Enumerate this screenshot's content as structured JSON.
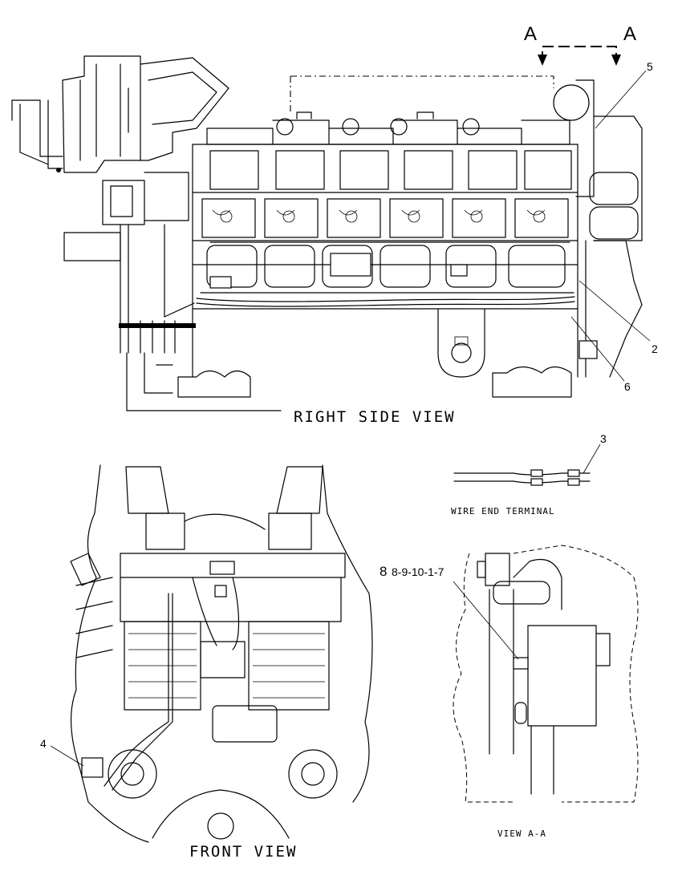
{
  "views": {
    "right_side": "RIGHT SIDE VIEW",
    "front": "FRONT VIEW",
    "section_aa": "VIEW A-A",
    "wire_end": "WIRE END TERMINAL"
  },
  "section_marker": {
    "left": "A",
    "right": "A"
  },
  "callouts": {
    "c2": "2",
    "c3": "3",
    "c4": "4",
    "c5": "5",
    "c6": "6",
    "c8_num": "8",
    "c8_ref": "8-9-10-1-7"
  }
}
